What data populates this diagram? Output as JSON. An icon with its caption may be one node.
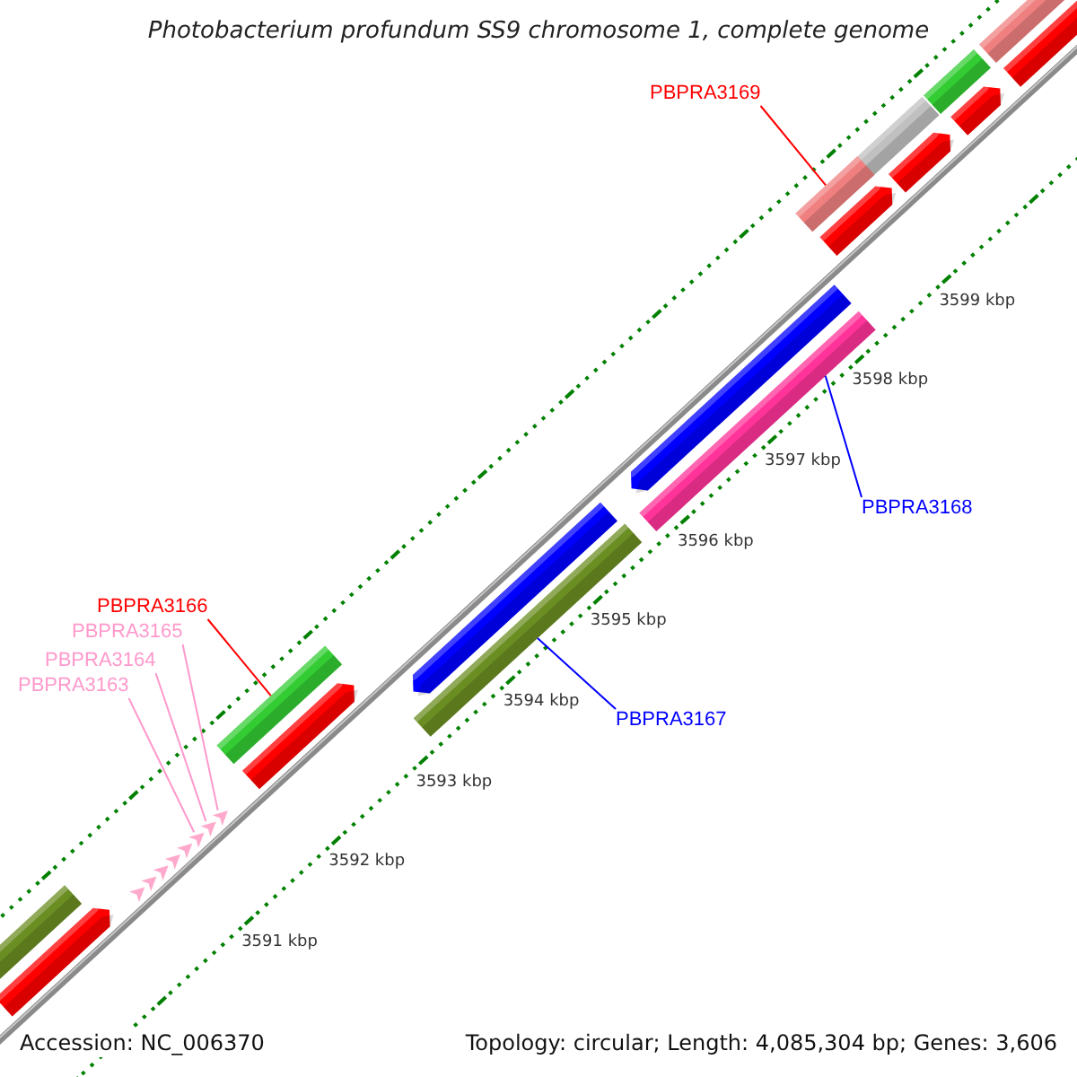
{
  "diagram": {
    "title": "Photobacterium profundum SS9 chromosome 1, complete genome",
    "nodes": [
      {
        "text": [
          "PBPRA3169"
        ]
      },
      {
        "text": [],
        "shape": "bar"
      },
      {
        "text": [
          "PBPRA3168"
        ]
      },
      {
        "text": [],
        "shape": "bar"
      },
      {
        "text": [
          "PBPRA3167"
        ]
      },
      {
        "text": [],
        "shape": "bar"
      },
      {
        "text": [
          "PBPRA3166"
        ]
      },
      {
        "text": [],
        "shape": "bar"
      },
      {
        "text": [
          "PBPRA3165"
        ]
      },
      {
        "text": [
          "PBPRA3164"
        ]
      },
      {
        "text": [
          "PBPRA3163"
        ]
      },
      {
        "text": [],
        "shape": "triangle"
      },
      {
        "text": [],
        "shape": "triangle"
      },
      {
        "text": [],
        "shape": "triangle"
      }
    ],
    "edges": [
      {
        "from": 0,
        "to": 1,
        "arrow": "none",
        "color": "#ff0000"
      },
      {
        "from": 2,
        "to": 3,
        "arrow": "none",
        "color": "#0000ff"
      },
      {
        "from": 4,
        "to": 5,
        "arrow": "none",
        "color": "#0000ff"
      },
      {
        "from": 6,
        "to": 7,
        "arrow": "none",
        "color": "#ff0000"
      },
      {
        "from": 8,
        "to": 13,
        "arrow": "none"
      },
      {
        "from": 9,
        "to": 12,
        "arrow": "none"
      },
      {
        "from": 10,
        "to": 11,
        "arrow": "none"
      }
    ],
    "labels": [
      "3599 kbp",
      "3598 kbp",
      "3597 kbp",
      "3596 kbp",
      "3595 kbp",
      "3594 kbp",
      "3593 kbp",
      "3592 kbp",
      "3591 kbp",
      "Accession: NC_006370",
      "Topology: circular; Length: 4,085,304 bp; Genes: 3,606"
    ]
  }
}
